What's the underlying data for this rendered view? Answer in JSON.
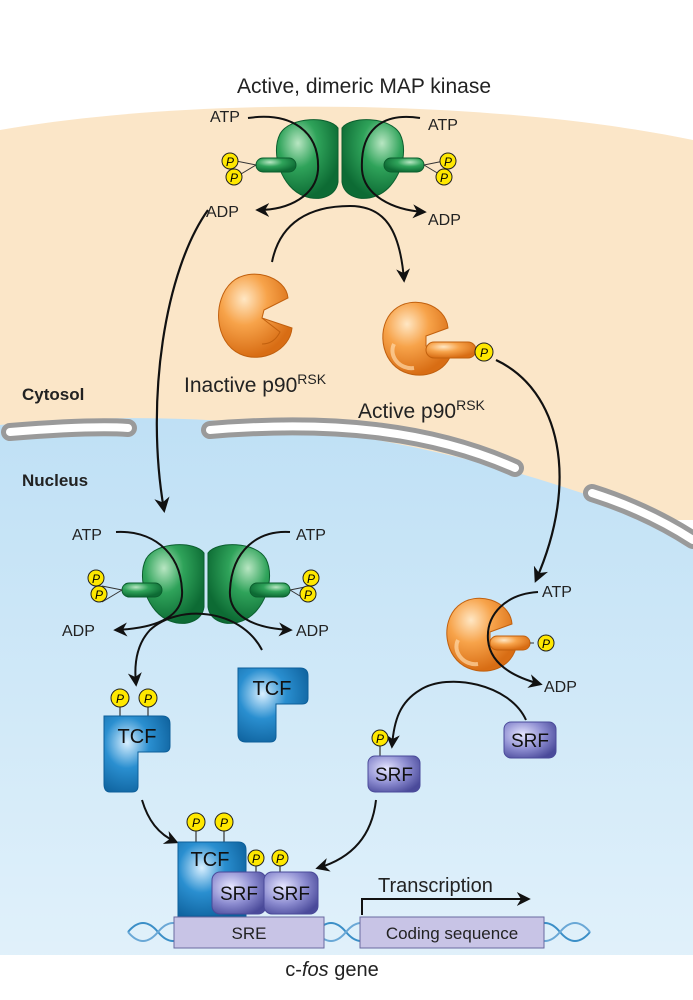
{
  "title": "Active, dimeric MAP kinase",
  "compartments": {
    "cytosol": "Cytosol",
    "nucleus": "Nucleus"
  },
  "molecules": {
    "atp": "ATP",
    "adp": "ADP",
    "phosphate": "P",
    "tcf": "TCF",
    "srf": "SRF",
    "p90_base": "p90",
    "p90_sup": "RSK",
    "inactive_prefix": "Inactive ",
    "active_prefix": "Active "
  },
  "gene": {
    "sre": "SRE",
    "coding": "Coding sequence",
    "transcription": "Transcription",
    "name_prefix": "c-",
    "name_italic": "fos",
    "name_suffix": " gene"
  },
  "colors": {
    "cytosol": "#fbe6c8",
    "nucleus": "#cfe8f7",
    "membrane": "#a0a0a0",
    "kinase": "#1f9a4f",
    "rsk": "#f7a34a",
    "tcf": "#1f86c8",
    "srf": "#7f7fc0",
    "phosphate": "#ffe800",
    "dna": "#3b8fc7",
    "gene_box": "#c8c4e6"
  }
}
